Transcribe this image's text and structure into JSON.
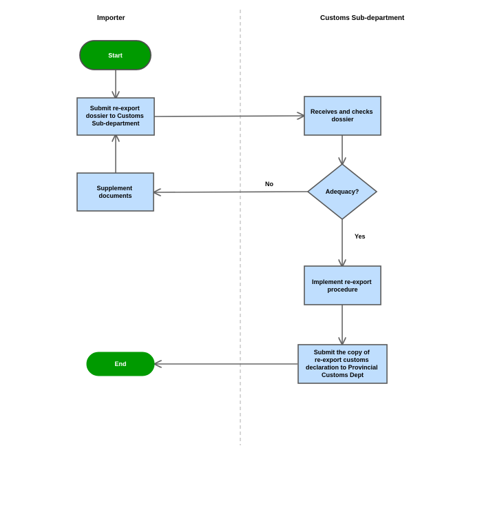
{
  "lanes": {
    "left": "Importer",
    "right": "Customs Sub-department"
  },
  "nodes": {
    "start": "Start",
    "submit_dossier": [
      "Submit re-export",
      "dossier to Customs",
      "Sub-department"
    ],
    "receive_check": [
      "Receives and checks",
      "dossier"
    ],
    "adequacy": "Adequacy?",
    "supplement": [
      "Supplement",
      "documents"
    ],
    "implement": [
      "Implement re-export",
      "procedure"
    ],
    "submit_copy": [
      "Submit the copy of",
      "re-export customs",
      "declaration to Provincial",
      "Customs Dept"
    ],
    "end": "End"
  },
  "edge_labels": {
    "no": "No",
    "yes": "Yes"
  },
  "colors": {
    "terminal_fill": "#009a00",
    "terminal_stroke": "#4d4d4d",
    "process_fill": "#bfdefe",
    "process_stroke": "#595959",
    "edge": "#666666",
    "divider": "#c8c8c8"
  }
}
